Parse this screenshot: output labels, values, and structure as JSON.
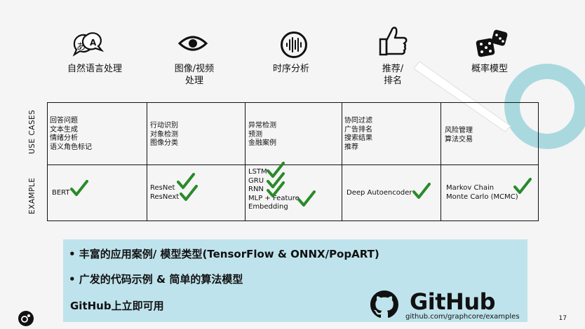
{
  "categories": [
    {
      "label": "自然语言处理",
      "icon": "translate-speech-icon"
    },
    {
      "label": "图像/视频\n处理",
      "icon": "eye-icon"
    },
    {
      "label": "时序分析",
      "icon": "audio-wave-icon"
    },
    {
      "label": "推荐/\n排名",
      "icon": "thumbs-up-icon"
    },
    {
      "label": "概率模型",
      "icon": "dice-icon"
    }
  ],
  "row_labels": {
    "use_cases": "USE CASES",
    "example": "EXAMPLE"
  },
  "use_cases": [
    [
      "回答问题",
      "文本生成",
      "情绪分析",
      "语义角色标记"
    ],
    [
      "行动识别",
      "对象检测",
      "图像分类"
    ],
    [
      "异常检测",
      "预测",
      "金融案例"
    ],
    [
      "协同过滤",
      "广告排名",
      "搜索结果",
      "推荐"
    ],
    [
      "风险管理",
      "算法交易"
    ]
  ],
  "examples": [
    [
      "BERT"
    ],
    [
      "ResNet",
      "ResNext"
    ],
    [
      "LSTM",
      "GRU",
      "RNN",
      "MLP + Feature",
      "Embedding"
    ],
    [
      "Deep Autoencoder"
    ],
    [
      "Markov Chain",
      "Monte Carlo (MCMC)"
    ]
  ],
  "bullets": {
    "b1": "• 丰富的应用案例/ 模型类型(TensorFlow & ONNX/PopART)",
    "b2": "• 广发的代码示例 & 简单的算法模型",
    "b3": "GitHub上立即可用"
  },
  "github": {
    "brand": "GitHub",
    "url": "github.com/graphcore/examples"
  },
  "page_number": "17",
  "colors": {
    "check": "#2a8a2a",
    "panel": "#bfe3ec",
    "ring": "#a9d9df"
  }
}
